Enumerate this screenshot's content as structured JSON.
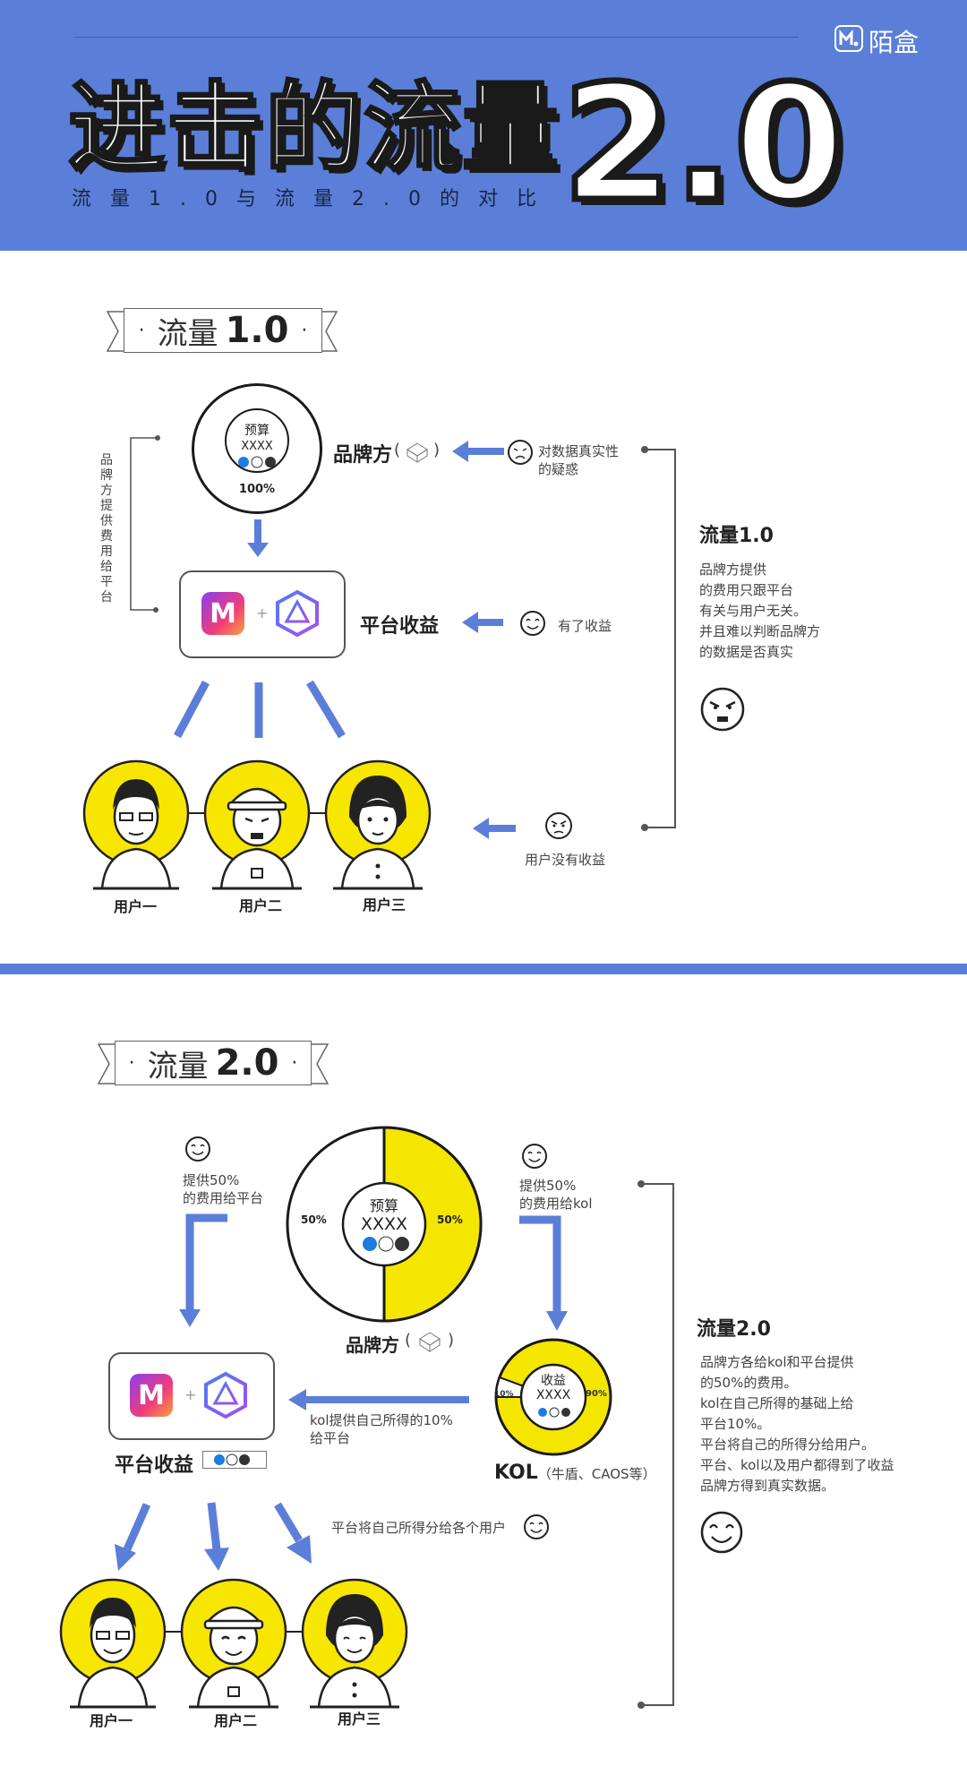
{
  "header": {
    "logo": "陌盒",
    "title": "进击的流量",
    "version": "2.0",
    "subtitle": "流量1.0与流量2.0的对比"
  },
  "section1": {
    "banner_prefix": "流量",
    "banner_version": "1.0",
    "budget_label": "预算",
    "budget_value": "XXXX",
    "budget_percent": "100%",
    "brand_label": "品牌方",
    "brand_paren_open": "(",
    "brand_paren_close": ")",
    "doubt_text": "对数据真实性的疑惑",
    "vertical_text": "品牌方提供费用给平台",
    "platform_label": "平台收益",
    "platform_plus": "+",
    "platform_income_text": "有了收益",
    "users": [
      "用户一",
      "用户二",
      "用户三"
    ],
    "user_no_income_text": "用户没有收益",
    "side_title": "流量1.0",
    "side_text": [
      "品牌方提供",
      "的费用只跟平台",
      "有关与用户无关。",
      "并且难以判断品牌方",
      "的数据是否真实"
    ]
  },
  "section2": {
    "banner_prefix": "流量",
    "banner_version": "2.0",
    "left_note": [
      "提供50%",
      "的费用给平台"
    ],
    "right_note": [
      "提供50%",
      "的费用给kol"
    ],
    "budget_label": "预算",
    "budget_value": "XXXX",
    "pie_left": "50%",
    "pie_right": "50%",
    "brand_label": "品牌方",
    "kol_income_label": "收益",
    "kol_income_value": "XXXX",
    "kol_pct_small": "10%",
    "kol_pct_large": "90%",
    "kol_label": "KOL",
    "kol_sub": "（牛盾、CAOS等）",
    "kol_to_platform": [
      "kol提供自己所得的10%",
      "给平台"
    ],
    "platform_label": "平台收益",
    "platform_plus": "+",
    "platform_share_text": "平台将自己所得分给各个用户",
    "users": [
      "用户一",
      "用户二",
      "用户三"
    ],
    "side_title": "流量2.0",
    "side_text": [
      "品牌方各给kol和平台提供",
      "的50%的费用。",
      "kol在自己所得的基础上给",
      "平台10%。",
      "平台将自己的所得分给用户。",
      "平台、kol以及用户都得到了收益",
      "品牌方得到真实数据。"
    ]
  },
  "colors": {
    "header_bg": "#5b7fd8",
    "accent_yellow": "#f5e600",
    "arrow_blue": "#5b7fd8"
  }
}
